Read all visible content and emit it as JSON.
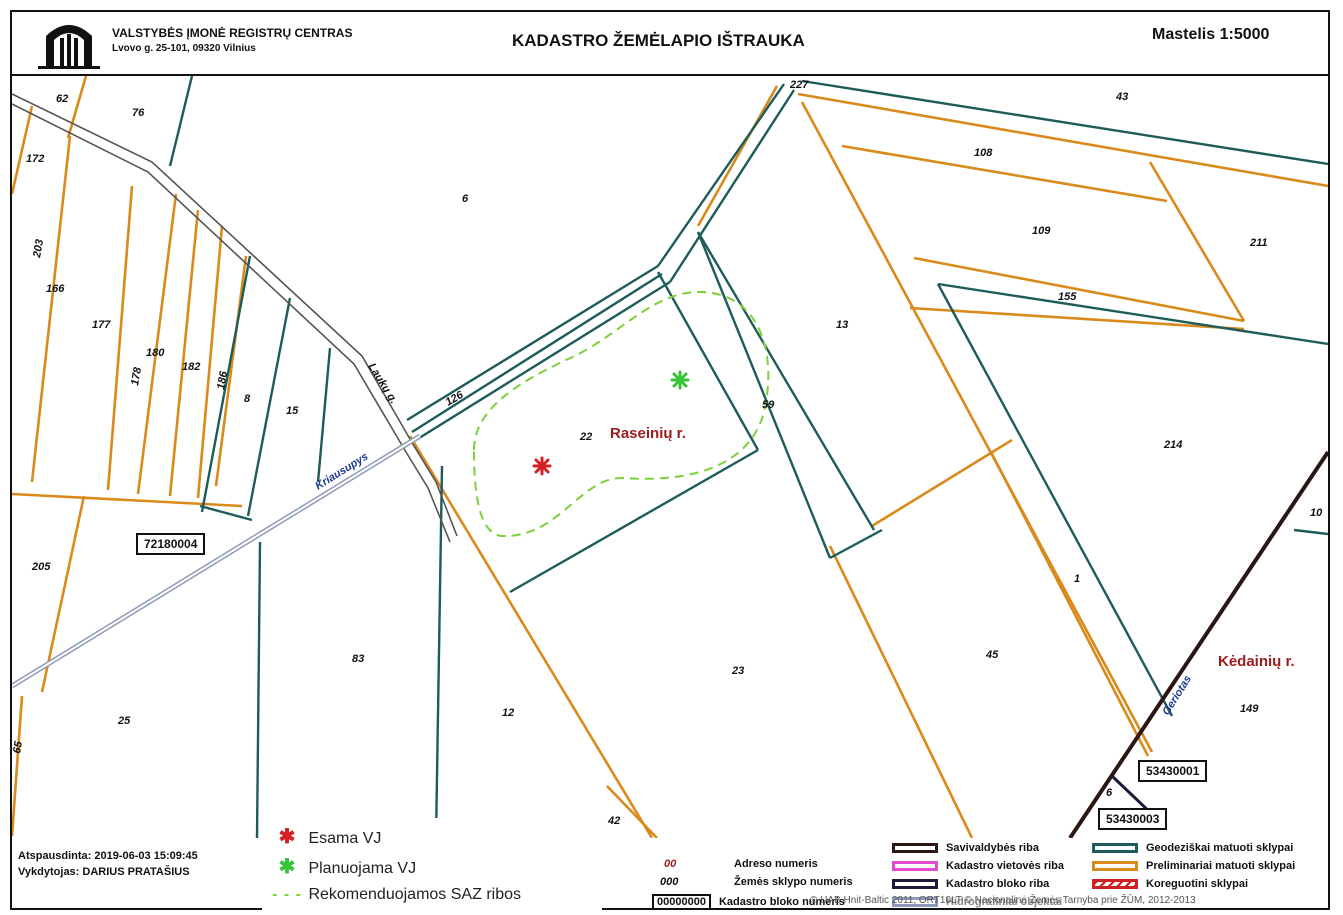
{
  "header": {
    "org_name": "VALSTYBĖS ĮMONĖ REGISTRŲ CENTRAS",
    "org_address": "Lvovo g. 25-101, 09320 Vilnius",
    "title": "KADASTRO ŽEMĖLAPIO IŠTRAUKA",
    "scale": "Mastelis  1:5000"
  },
  "map": {
    "parcels": [
      "62",
      "76",
      "43",
      "227",
      "172",
      "6",
      "108",
      "109",
      "211",
      "203",
      "166",
      "177",
      "180",
      "182",
      "178",
      "186",
      "8",
      "15",
      "126",
      "22",
      "13",
      "59",
      "155",
      "214",
      "10",
      "205",
      "83",
      "12",
      "23",
      "45",
      "1",
      "149",
      "25",
      "65",
      "42"
    ],
    "regions": [
      "Raseinių r.",
      "Kėdainių r."
    ],
    "streets": [
      "Laukų g."
    ],
    "rivers": [
      "Kriausupys",
      "Geriotas"
    ],
    "block_numbers": [
      "72180004",
      "53430001",
      "53430003"
    ],
    "point_label": "6",
    "colors": {
      "geodetic": "#1d5c5a",
      "preliminary": "#d98a1a",
      "municipality": "#2b1612",
      "saz": "#7ecf3a",
      "existing_vj": "#d42020",
      "planned_vj": "#37c43a"
    }
  },
  "footer": {
    "printed": "Atspausdinta: 2019-06-03 15:09:45",
    "executor": "Vykdytojas: DARIUS PRATAŠIUS"
  },
  "vj_legend": {
    "existing": "Esama VJ",
    "planned": "Planuojama VJ",
    "saz": "Rekomenduojamos SAZ ribos"
  },
  "legend": {
    "address_sample": "00",
    "address_label": "Adreso numeris",
    "parcel_sample": "000",
    "parcel_label": "Žemės sklypo numeris",
    "block_sample": "00000000",
    "block_label": "Kadastro bloko numeris",
    "municipality": "Savivaldybės riba",
    "cadastral_area": "Kadastro vietovės riba",
    "block_border": "Kadastro bloko riba",
    "hydro": "Hidrografiniai objektai",
    "geodetic": "Geodeziškai matuoti sklypai",
    "preliminary": "Preliminariai matuoti sklypai",
    "correct": "Koreguotini sklypai"
  },
  "copyright": "© UAB Hnit-Baltic 2011, ORT10LT © Nacionalinė Žemės Tarnyba prie ŽŪM, 2012-2013"
}
